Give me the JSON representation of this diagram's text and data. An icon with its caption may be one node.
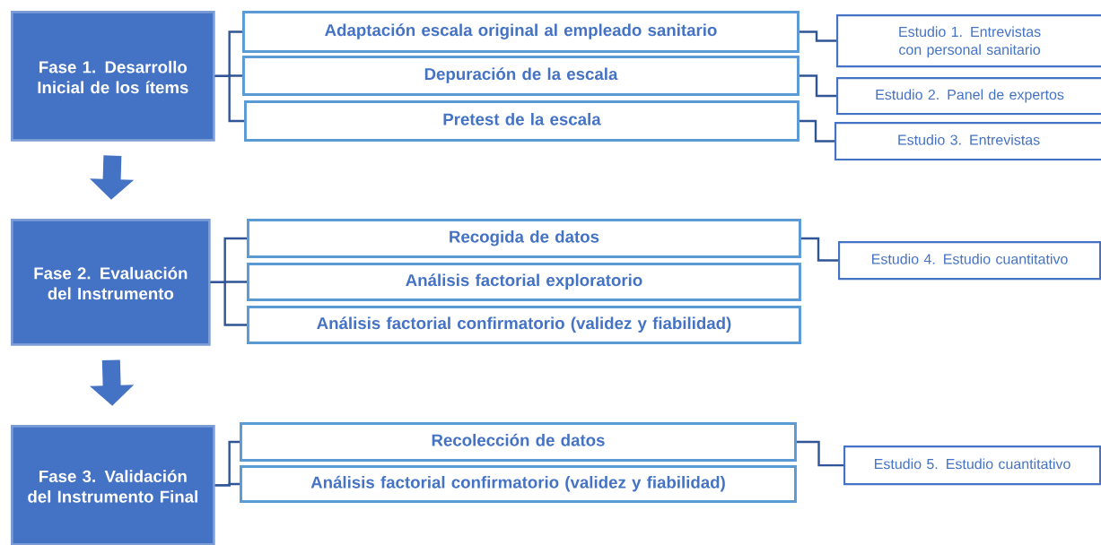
{
  "diagram": {
    "nodes": [
      {
        "text": [
          "Fase 1. Desarrollo Inicial de los ítems"
        ]
      },
      {
        "text": [
          "Adaptación escala original al empleado sanitario"
        ]
      },
      {
        "text": [
          "Depuración de la escala"
        ]
      },
      {
        "text": [
          "Pretest de la escala"
        ]
      },
      {
        "text": [
          "Estudio 1. Entrevistas con personal sanitario"
        ]
      },
      {
        "text": [
          "Estudio 2. Panel de expertos"
        ]
      },
      {
        "text": [
          "Estudio 3. Entrevistas"
        ]
      },
      {
        "text": [
          "Fase 2. Evaluación del Instrumento"
        ]
      },
      {
        "text": [
          "Recogida de datos"
        ]
      },
      {
        "text": [
          "Análisis factorial exploratorio"
        ]
      },
      {
        "text": [
          "Análisis factorial confirmatorio (validez y fiabilidad)"
        ]
      },
      {
        "text": [
          "Estudio 4. Estudio cuantitativo"
        ]
      },
      {
        "text": [
          "Fase 3. Validación del Instrumento Final"
        ]
      },
      {
        "text": [
          "Recolección de datos"
        ]
      },
      {
        "text": [
          "Análisis factorial confirmatorio (validez y fiabilidad)"
        ]
      },
      {
        "text": [
          "Estudio 5. Estudio cuantitativo"
        ]
      }
    ],
    "edges": [
      {
        "from": 0,
        "to": 1,
        "arrow": "none"
      },
      {
        "from": 0,
        "to": 2,
        "arrow": "none"
      },
      {
        "from": 0,
        "to": 3,
        "arrow": "none"
      },
      {
        "from": 1,
        "to": 4,
        "arrow": "none"
      },
      {
        "from": 2,
        "to": 5,
        "arrow": "none"
      },
      {
        "from": 3,
        "to": 6,
        "arrow": "none"
      },
      {
        "from": 0,
        "to": 7,
        "arrow": "to",
        "style": "thick",
        "color": "#4472c4"
      },
      {
        "from": 7,
        "to": 8,
        "arrow": "none"
      },
      {
        "from": 7,
        "to": 9,
        "arrow": "none"
      },
      {
        "from": 7,
        "to": 10,
        "arrow": "none"
      },
      {
        "from": 8,
        "to": 11,
        "arrow": "none"
      },
      {
        "from": 7,
        "to": 12,
        "arrow": "to",
        "style": "thick",
        "color": "#4472c4"
      },
      {
        "from": 12,
        "to": 13,
        "arrow": "none"
      },
      {
        "from": 12,
        "to": 14,
        "arrow": "none"
      },
      {
        "from": 13,
        "to": 15,
        "arrow": "none"
      }
    ]
  }
}
